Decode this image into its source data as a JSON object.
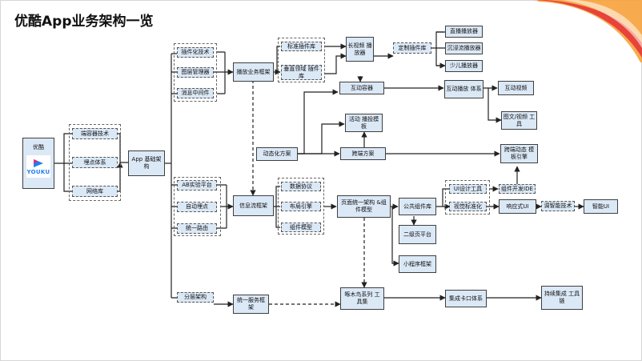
{
  "title": "优酷App业务架构一览",
  "logo": {
    "label": "优酷",
    "wordmark": "YOUKU"
  },
  "nodes": {
    "player_tech": "端容器技术",
    "tracking": "埋点体系",
    "network": "网络库",
    "app_arch": "App 基础架构",
    "plugin_tech": "插件化技术",
    "layer_mgr": "图层管理器",
    "msg_mw": "消息中间件",
    "ab_platform": "AB实验平台",
    "auto_track": "自动埋点",
    "route": "统一路由",
    "layered_arch": "分层架构",
    "play_framework": "播放业务框架",
    "std_plugin_lib": "标准插件库",
    "vertical_plugin_lib": "垂直领域 插件库",
    "long_video_player": "长视频 播放器",
    "custom_plugin_lib": "定制插件库",
    "live_player": "直播播放器",
    "immersive_player": "沉浸流播放器",
    "kids_player": "少儿播放器",
    "interactive_container": "互动容器",
    "interactive_play_system": "互动播放 体系",
    "interactive_video": "互动视频",
    "graphic_video_tool": "图文/视频 工具",
    "activity_template": "活动 播投模板",
    "dynamic_solution": "动态化方案",
    "cross_end_solution": "跨端方案",
    "cross_end_engine": "跨端动态 模板引擎",
    "feed_framework": "信息流框架",
    "data_protocol": "数据协议",
    "layout_engine": "布局引擎",
    "component_model": "组件模型",
    "page_unified": "页面统一架构 &组件模型",
    "common_component_lib": "公共组件库",
    "ui_design_tool": "UI设计工具",
    "visual_standard": "视觉标准化",
    "component_dev_ide": "组件开发IDE",
    "responsive_ui": "响应式UI",
    "tuning_tech": "调智能技术",
    "smart_ui": "智能UI",
    "secondary_page": "二级页平台",
    "mini_program": "小程序框架",
    "unified_service": "统一服务框架",
    "woodpecker": "啄木鸟系列 工具集",
    "integration": "集成卡口体系",
    "continuous_integration": "持续集成 工具链"
  },
  "colors": {
    "node_fill": "#dbe8f6",
    "node_border": "#3f3f3f",
    "line": "#222222",
    "logo_blue": "#1e7ff0",
    "logo_magenta": "#e9267a",
    "swoosh_red": "#e8433a",
    "swoosh_orange": "#f7a23b"
  }
}
